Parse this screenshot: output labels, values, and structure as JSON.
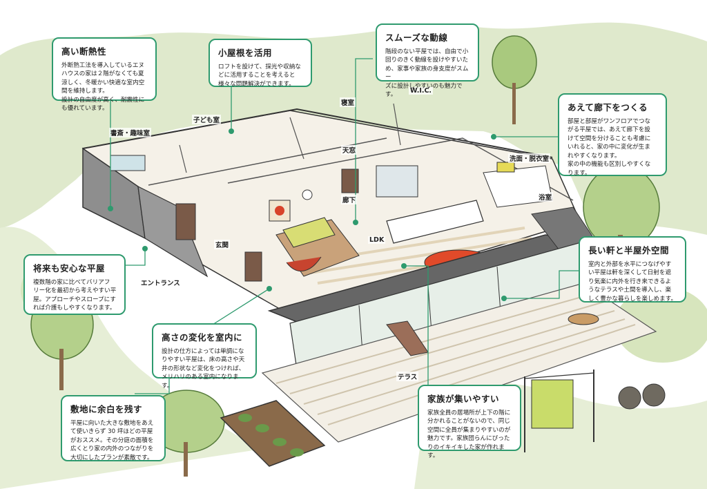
{
  "rooms": {
    "study": "書斎・趣味室",
    "kids": "子ども室",
    "bedroom": "寝室",
    "wic": "W.I.C.",
    "skylight": "天窓",
    "washroom": "洗面・脱衣室",
    "bath": "浴室",
    "hallway": "廊下",
    "genkan": "玄関",
    "ldk": "LDK",
    "entrance": "エントランス",
    "terrace": "テラス"
  },
  "callouts": [
    {
      "id": "insulation",
      "title": "高い断熱性",
      "body": "外断熱工法を導入しているエヌ\nハウスの家は２階がなくても夏\n涼しく、冬暖かい快適な室内空\n間を維持します。\n設計の自由度が高く、耐震性に\nも優れています。"
    },
    {
      "id": "loft",
      "title": "小屋根を活用",
      "body": "ロフトを設けて、採光や収納な\nどに活用することを考えると\n様々な問題解決ができます。"
    },
    {
      "id": "flow",
      "title": "スムーズな動線",
      "body": "階段のない平屋では、自由で小\n回りのきく動線を設けやすいた\nめ、家事や家族の身支度がスムー\nズに設計しやすいのも魅力です。"
    },
    {
      "id": "corridor",
      "title": "あえて廊下をつくる",
      "body": "部屋と部屋がワンフロアでつな\nがる平屋では、あえて廊下を設\nけて空間を分けることも考慮に\nいれると、家の中に変化が生ま\nれやすくなります。\n家の中の機能も区別しやすくな\nります。"
    },
    {
      "id": "barrierfree",
      "title": "将来も安心な平屋",
      "body": "複数階の家に比べてバリアフ\nリー化を最初から考えやすい平\n屋。アプローチやスロープにす\nれば介護もしやすくなります。"
    },
    {
      "id": "eaves",
      "title": "長い軒と半屋外空間",
      "body": "室内と外部を水平につなげやす\nい平屋は軒を深くして日射を遮\nり気楽に内外を行き来できるよ\nうなテラスや土間を導入し、楽\nしく豊かな暮らしを楽しめます。"
    },
    {
      "id": "height",
      "title": "高さの変化を室内に",
      "body": "設計の仕方によっては単調にな\nりやすい平屋は、床の高さや天\n井の形状など変化をつければ、\nメリハリのある室内になります。"
    },
    {
      "id": "site",
      "title": "敷地に余白を残す",
      "body": "平屋に向いた大きな敷地をあえ\nて使いきらず 30 坪ほどの平屋\nがおススメ。その分庭の面積を\n広くとり家の内外のつながりを\n大切にしたプランが素敵です。"
    },
    {
      "id": "family",
      "title": "家族が集いやすい",
      "body": "家族全員の居場所が上下の階に\n分かれることがないので、同じ\n空間に全員が集まりやすいのが\n魅力です。家族団らんにぴった\nりのイキイキした家が作れます。"
    }
  ]
}
